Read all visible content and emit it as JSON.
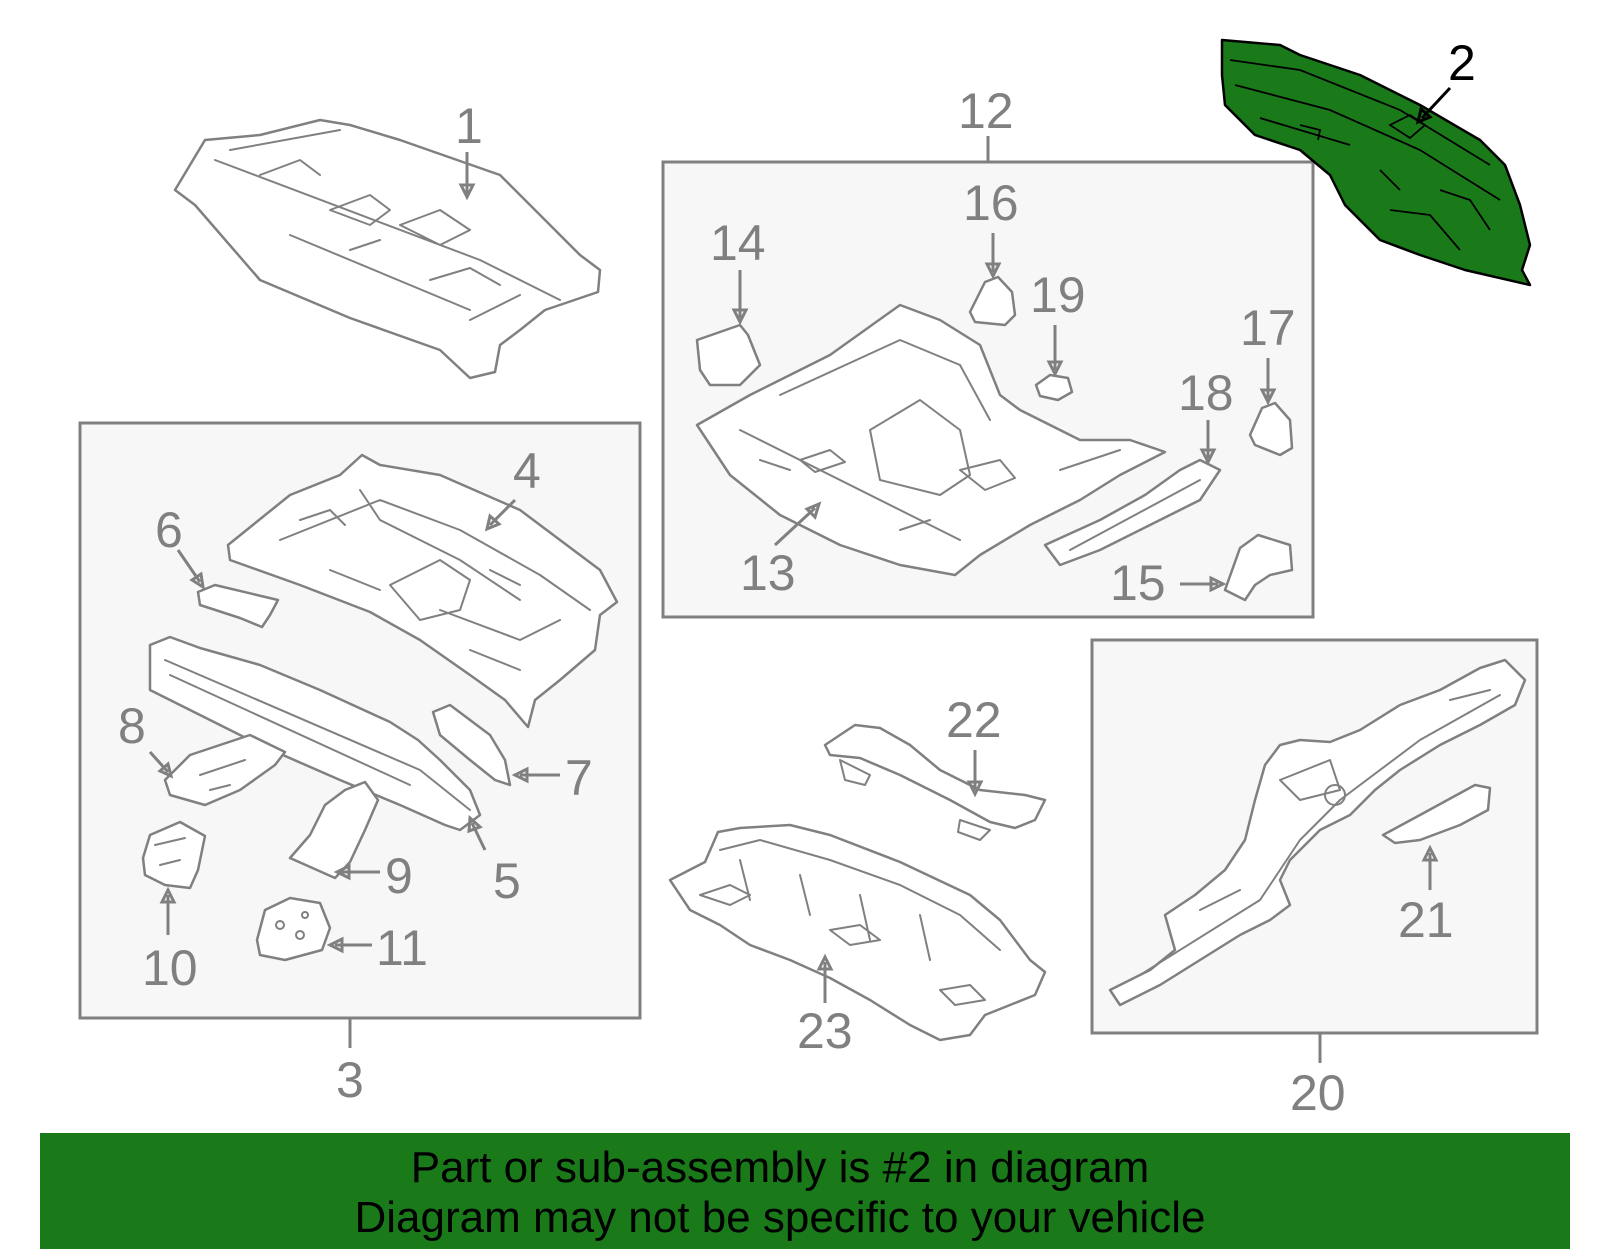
{
  "highlighted_part": "2",
  "colors": {
    "highlight": "#1a7a1a",
    "line": "#808080",
    "box_fill": "#f7f7f7"
  },
  "callouts": {
    "c1": "1",
    "c2": "2",
    "c3": "3",
    "c4": "4",
    "c5": "5",
    "c6": "6",
    "c7": "7",
    "c8": "8",
    "c9": "9",
    "c10": "10",
    "c11": "11",
    "c12": "12",
    "c13": "13",
    "c14": "14",
    "c15": "15",
    "c16": "16",
    "c17": "17",
    "c18": "18",
    "c19": "19",
    "c20": "20",
    "c21": "21",
    "c22": "22",
    "c23": "23"
  },
  "banner": {
    "line1": "Part or sub-assembly is #2 in diagram",
    "line2": "Diagram may not be specific to your vehicle"
  }
}
